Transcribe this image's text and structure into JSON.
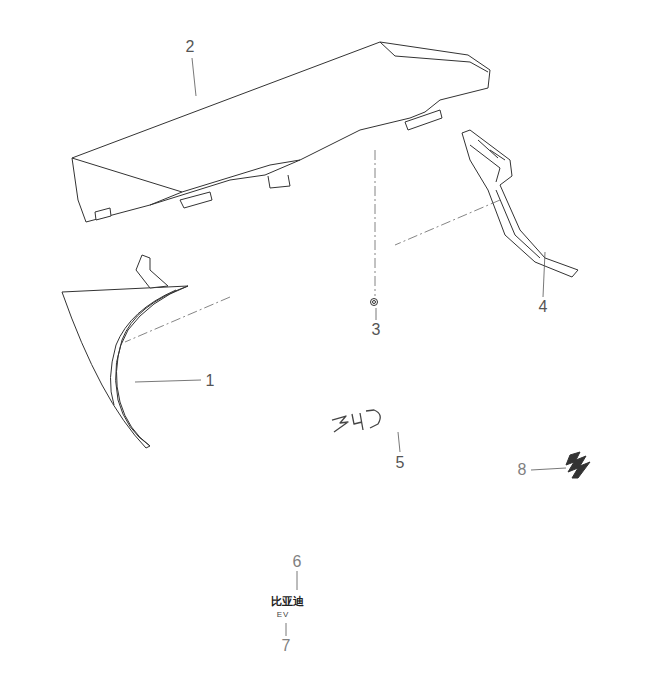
{
  "diagram": {
    "labels": [
      "2",
      "4",
      "3",
      "1",
      "5",
      "8",
      "6",
      "比亚迪",
      "EV",
      "7"
    ]
  }
}
